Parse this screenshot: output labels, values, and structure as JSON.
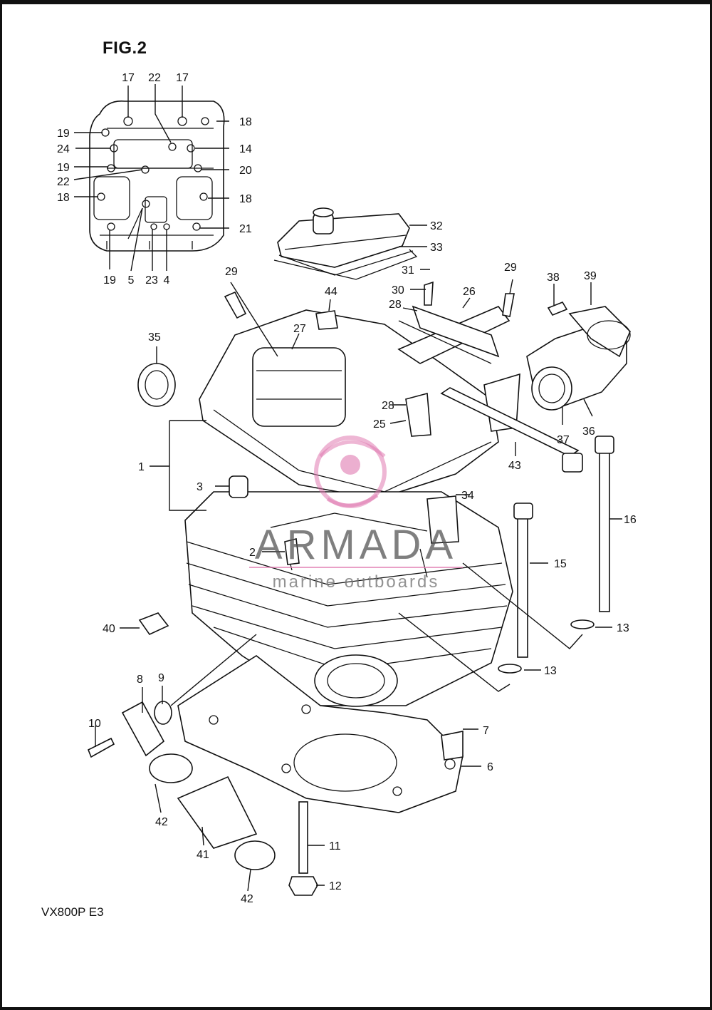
{
  "figure_title": "FIG.2",
  "model_code": "VX800P  E3",
  "watermark": {
    "brand": "ARMADA",
    "tagline": "marine outboards",
    "color": "#e07ab0"
  },
  "inset_labels": [
    "17",
    "22",
    "17",
    "18",
    "19",
    "14",
    "24",
    "19",
    "20",
    "22",
    "18",
    "18",
    "21",
    "19",
    "5",
    "23",
    "4"
  ],
  "callouts": [
    "32",
    "33",
    "31",
    "29",
    "30",
    "26",
    "28",
    "29",
    "44",
    "38",
    "39",
    "27",
    "35",
    "28",
    "25",
    "37",
    "36",
    "1",
    "43",
    "3",
    "34",
    "16",
    "2",
    "15",
    "40",
    "13",
    "8",
    "9",
    "13",
    "10",
    "7",
    "6",
    "42",
    "41",
    "11",
    "12",
    "42"
  ]
}
